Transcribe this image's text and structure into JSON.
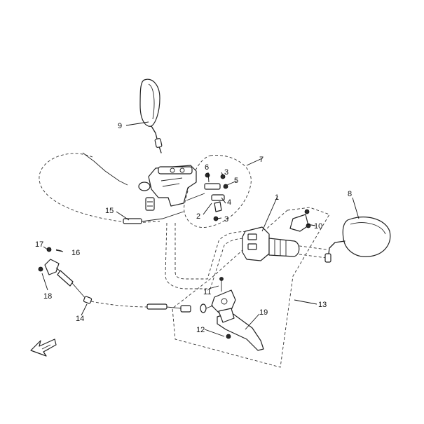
{
  "callouts": [
    {
      "id": "1",
      "label": "1"
    },
    {
      "id": "2",
      "label": "2"
    },
    {
      "id": "3a",
      "label": "3"
    },
    {
      "id": "3b",
      "label": "3"
    },
    {
      "id": "4",
      "label": "4"
    },
    {
      "id": "5",
      "label": "5"
    },
    {
      "id": "6",
      "label": "6"
    },
    {
      "id": "7",
      "label": "7"
    },
    {
      "id": "8",
      "label": "8"
    },
    {
      "id": "9",
      "label": "9"
    },
    {
      "id": "10",
      "label": "10"
    },
    {
      "id": "11",
      "label": "11"
    },
    {
      "id": "12",
      "label": "12"
    },
    {
      "id": "13",
      "label": "13"
    },
    {
      "id": "14",
      "label": "14"
    },
    {
      "id": "15",
      "label": "15"
    },
    {
      "id": "16",
      "label": "16"
    },
    {
      "id": "17",
      "label": "17"
    },
    {
      "id": "18",
      "label": "18"
    },
    {
      "id": "19",
      "label": "19"
    }
  ],
  "icons": {
    "orientation": "front-arrow-icon"
  }
}
